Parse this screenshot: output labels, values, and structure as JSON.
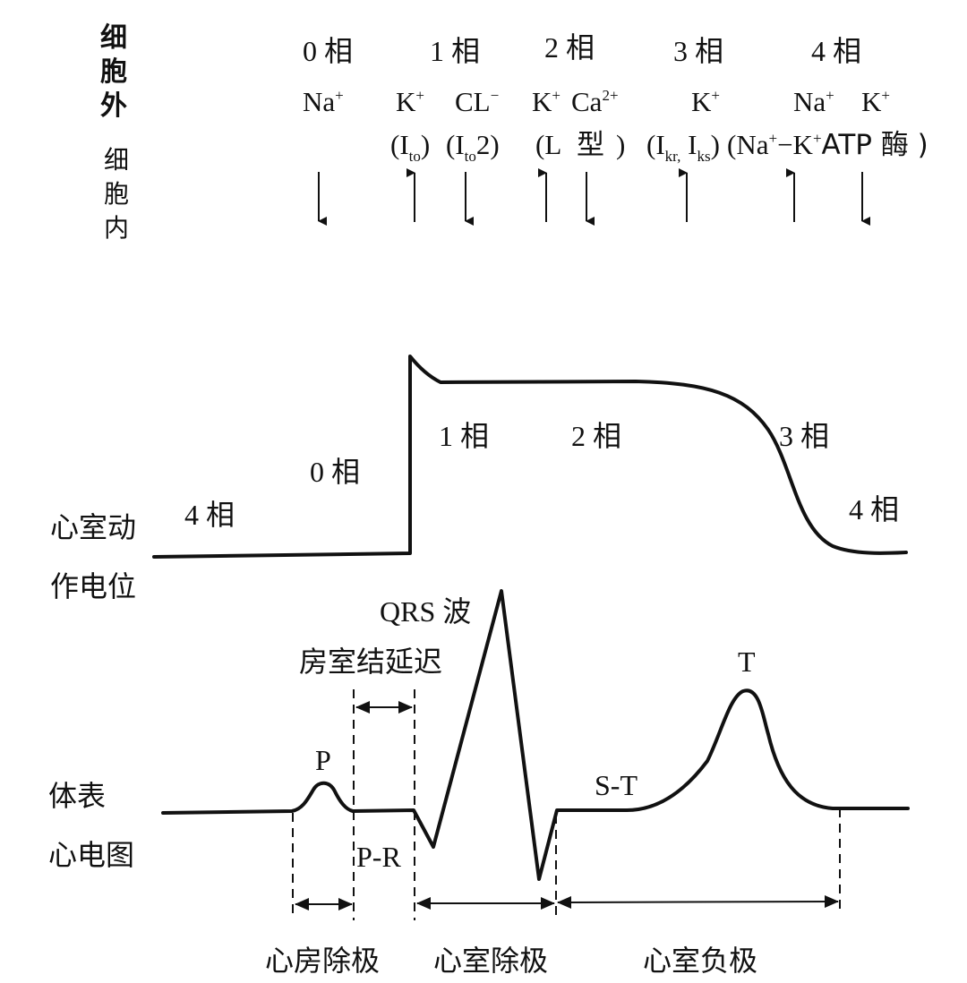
{
  "ion_header": {
    "extracellular_label": [
      "细",
      "胞",
      "外"
    ],
    "intracellular_label": [
      "细",
      "胞",
      "内"
    ],
    "phases": [
      {
        "num": "0",
        "unit": "相"
      },
      {
        "num": "1",
        "unit": "相"
      },
      {
        "num": "2",
        "unit": "相"
      },
      {
        "num": "3",
        "unit": "相"
      },
      {
        "num": "4",
        "unit": "相"
      }
    ],
    "ions": [
      {
        "base": "Na",
        "charge": "+",
        "direction": "down"
      },
      {
        "base": "K",
        "charge": "+",
        "direction": "up",
        "current": "(I",
        "current_sub": "to",
        "current_tail": ")"
      },
      {
        "base": "CL",
        "charge": "−",
        "direction": "down",
        "current": "(I",
        "current_sub": "to",
        "current_tail": "2)"
      },
      {
        "base": "K",
        "charge": "+",
        "direction": "up"
      },
      {
        "base": "Ca",
        "charge": "2+",
        "direction": "down"
      },
      {
        "base": "K",
        "charge": "+",
        "direction": "up"
      },
      {
        "base": "Na",
        "charge": "+",
        "direction": "up"
      },
      {
        "base": "K",
        "charge": "+",
        "direction": "down"
      }
    ],
    "channel_notes": {
      "l_type": {
        "open": "(L",
        "word": "型",
        "close": ")"
      },
      "ikr_iks": {
        "open": "(I",
        "sub1": "kr,",
        "mid": " I",
        "sub2": "ks",
        "close": ")"
      },
      "pump": {
        "open": "(Na",
        "sup1": "+",
        "dash": "−K",
        "sup2": "+",
        "tail": "ATP 酶 )"
      }
    }
  },
  "action_potential": {
    "title_line1": "心室动",
    "title_line2": "作电位",
    "phase_labels": [
      {
        "num": "4",
        "unit": "相",
        "pos": "left baseline"
      },
      {
        "num": "0",
        "unit": "相",
        "pos": "upstroke"
      },
      {
        "num": "1",
        "unit": "相",
        "pos": "early repolarization"
      },
      {
        "num": "2",
        "unit": "相",
        "pos": "plateau"
      },
      {
        "num": "3",
        "unit": "相",
        "pos": "repolarization"
      },
      {
        "num": "4",
        "unit": "相",
        "pos": "right baseline"
      }
    ]
  },
  "ecg": {
    "title_line1": "体表",
    "title_line2": "心电图",
    "waves": {
      "p": "P",
      "qrs": "QRS 波",
      "st": "S-T",
      "t": "T",
      "pr": "P-R",
      "av_delay": "房室结延迟"
    },
    "intervals": {
      "atrial_depolarization": "心房除极",
      "ventricular_depolarization": "心室除极",
      "ventricular_repolarization": "心室负极"
    }
  },
  "colors": {
    "ink": "#111111",
    "background": "#ffffff"
  }
}
